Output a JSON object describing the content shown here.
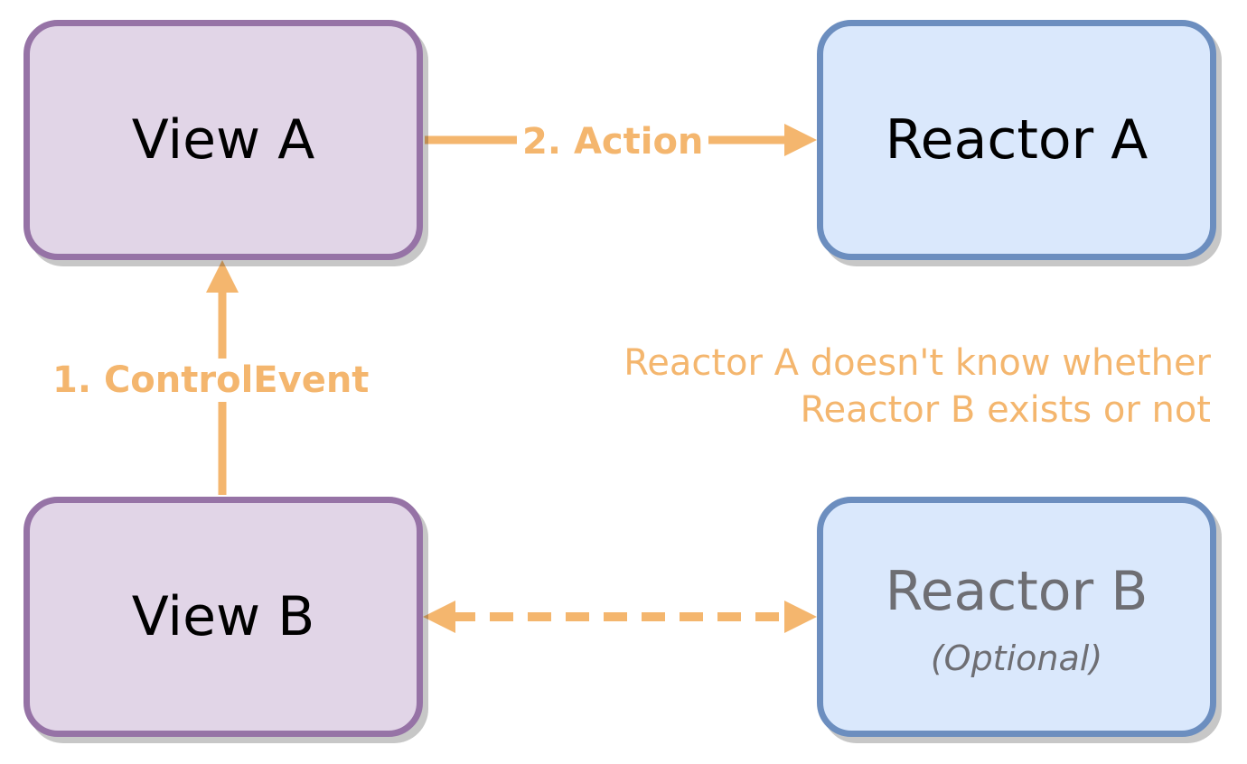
{
  "nodes": {
    "view_a": {
      "title": "View A"
    },
    "reactor_a": {
      "title": "Reactor A"
    },
    "view_b": {
      "title": "View B"
    },
    "reactor_b": {
      "title": "Reactor B",
      "subtitle": "(Optional)"
    }
  },
  "edges": {
    "control_event": {
      "label": "1. ControlEvent"
    },
    "action": {
      "label": "2. Action"
    }
  },
  "note": {
    "line1": "Reactor A doesn't know whether",
    "line2": "Reactor B exists or not"
  },
  "colors": {
    "view_fill": "#e1d5e7",
    "view_border": "#9673a6",
    "reactor_fill": "#dae8fc",
    "reactor_border": "#6c8ebf",
    "arrow": "#f4b66e",
    "muted_text": "#6e6e73"
  }
}
